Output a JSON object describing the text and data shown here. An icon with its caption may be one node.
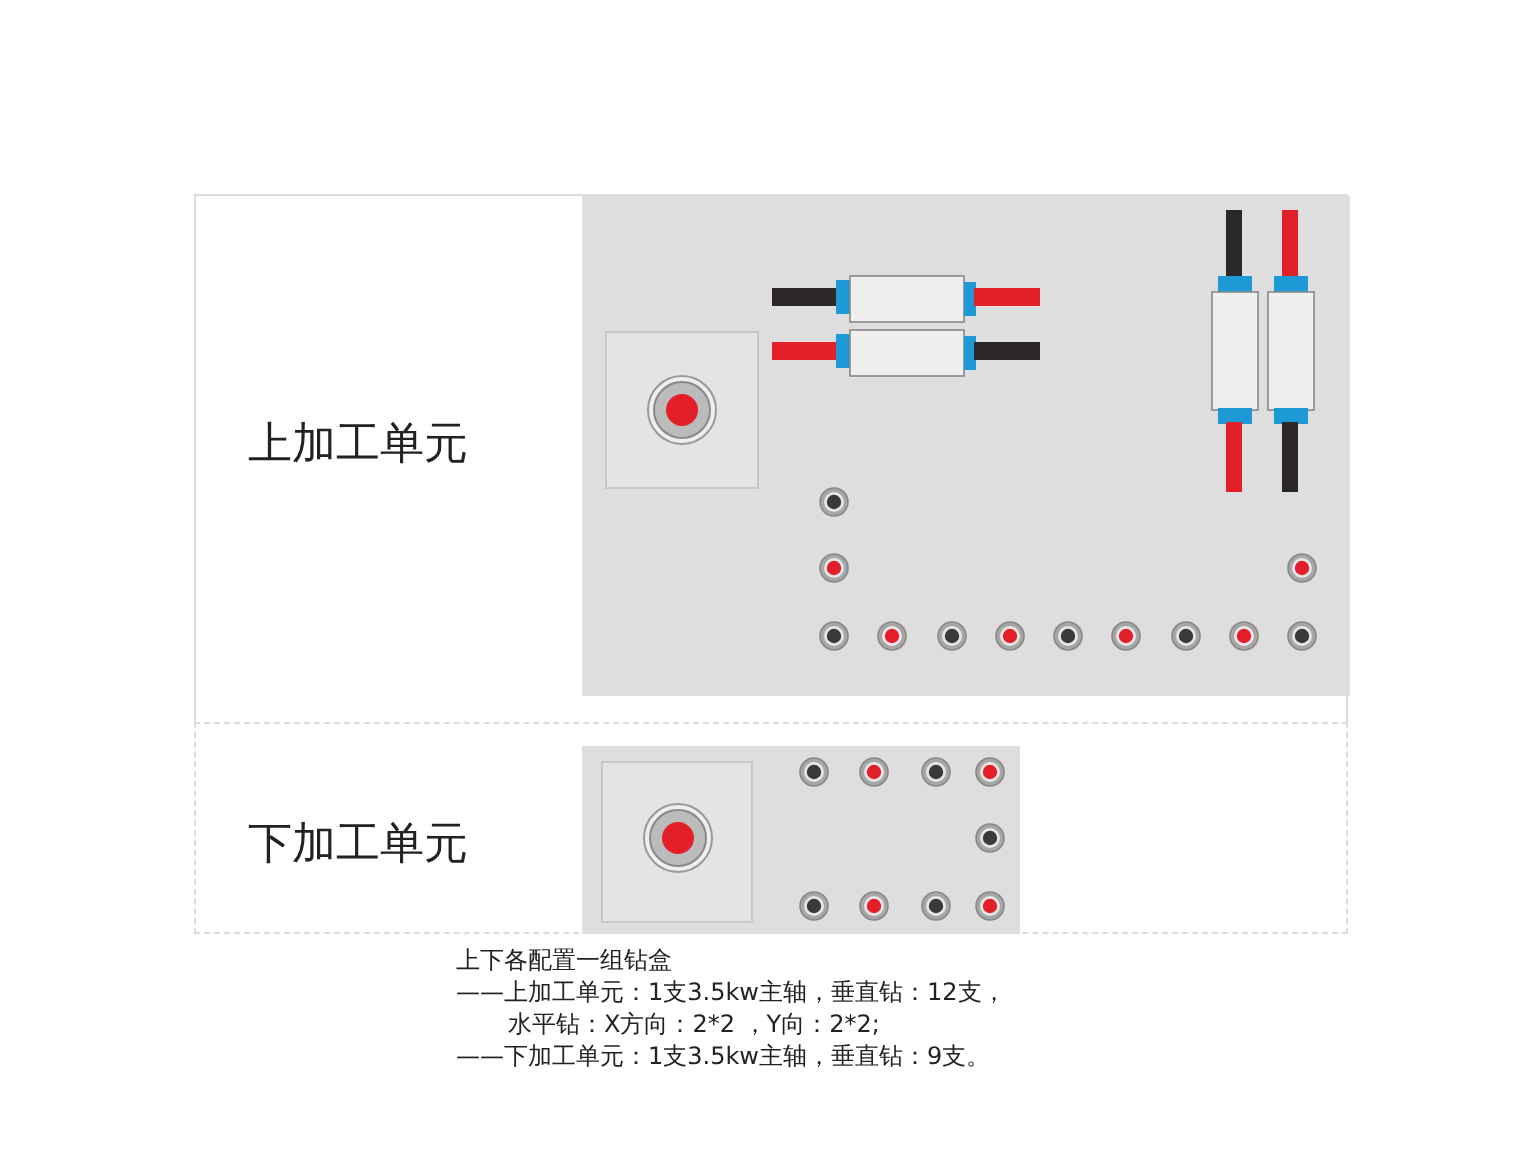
{
  "diagram": {
    "nodes": [
      {
        "text": [
          "上加工单元"
        ]
      },
      {
        "text": [
          "下加工单元"
        ]
      }
    ],
    "edges": [],
    "labels": [
      "上下各配置一组钻盒",
      "——上加工单元：1支3.5kw主轴，垂直钻：12支，",
      "水平钻：X方向：2*2 ，Y向：2*2;",
      "——下加工单元：1支3.5kw主轴，垂直钻：9支。"
    ]
  }
}
